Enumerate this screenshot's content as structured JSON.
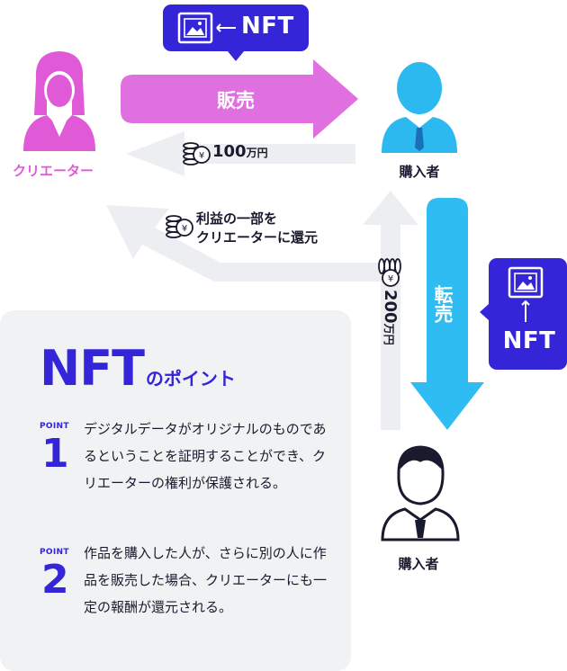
{
  "diagram": {
    "creator_label": "クリエーター",
    "buyer_label": "購入者",
    "buyer2_label": "購入者",
    "sale_label": "販売",
    "resale_label": "転売",
    "nft_top_label": "NFT",
    "nft_side_label": "NFT",
    "payment1_amount": "100",
    "payment1_unit": "万円",
    "payment2_amount": "200",
    "payment2_unit": "万円",
    "royalty_line1": "利益の一部を",
    "royalty_line2": "クリエーターに還元"
  },
  "points_panel": {
    "title_main": "NFT",
    "title_sub": "のポイント",
    "points": [
      {
        "label": "POINT",
        "number": "1",
        "text": "デジタルデータがオリジナルのものであるということを証明することができ、クリエーターの権利が保護される。"
      },
      {
        "label": "POINT",
        "number": "2",
        "text": "作品を購入した人が、さらに別の人に作品を販売した場合、クリエーターにも一定の報酬が還元される。"
      }
    ]
  },
  "colors": {
    "creator": "#e05ad8",
    "sale_arrow": "#e06fe0",
    "buyer": "#2bb9f0",
    "resale_arrow": "#2fbcf3",
    "nft_badge": "#3425d9",
    "money_arrow": "#eceef1",
    "panel_bg": "#f1f2f4",
    "text_dark": "#1a1a2e"
  },
  "icons": [
    "creator-person-icon",
    "buyer-person-icon",
    "buyer2-person-icon",
    "nft-picture-icon",
    "coin-stack-icon"
  ]
}
